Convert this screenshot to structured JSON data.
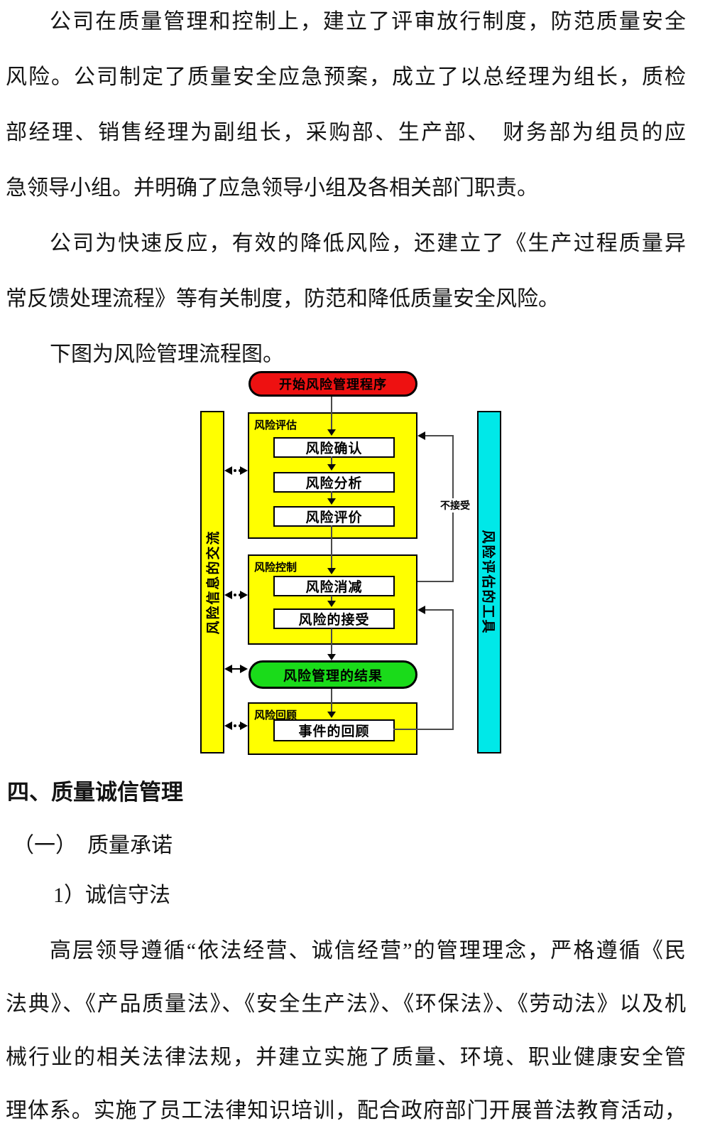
{
  "text": {
    "p1_lines": [
      "公司在质量管理和控制上，建立了评审放行制度，防范质量安全",
      "风险。公司制定了质量安全应急预案，成立了以总经理为组长，质检",
      "部经理、销售经理为副组长，采购部、生产部、　财务部为组员的应",
      "急领导小组。并明确了应急领导小组及各相关部门职责。"
    ],
    "p2_lines": [
      "公司为快速反应，有效的降低风险，还建立了《生产过程质量异",
      "常反馈处理流程》等有关制度，防范和降低质量安全风险。"
    ],
    "p3": "下图为风险管理流程图。",
    "heading1": "四、质量诚信管理",
    "heading2": "（一）　质量承诺",
    "heading3": "1）诚信守法",
    "p4_lines": [
      "高层领导遵循“依法经营、诚信经营”的管理理念，严格遵循《民",
      "法典》、《产品质量法》、《安全生产法》、《环保法》、《劳动法》以及机",
      "械行业的相关法律法规，并建立实施了质量、环境、职业健康安全管",
      "理体系。实施了员工法律知识培训，配合政府部门开展普法教育活动，"
    ]
  },
  "diagram": {
    "start_label": "开始风险管理程序",
    "left_bar_label": "风险信息的交流",
    "right_bar_label": "风险评估的工具",
    "group1": {
      "label": "风险评估",
      "steps": [
        "风险确认",
        "风险分析",
        "风险评价"
      ]
    },
    "group2": {
      "label": "风险控制",
      "steps": [
        "风险消减",
        "风险的接受"
      ]
    },
    "result_label": "风险管理的结果",
    "group3": {
      "label": "风险回顾",
      "steps": [
        "事件的回顾"
      ]
    },
    "reject_label": "不接受",
    "colors": {
      "start_red": "#ee1111",
      "group_yellow": "#ffff00",
      "tool_cyan": "#00e8e8",
      "result_green": "#1adb1a"
    }
  }
}
